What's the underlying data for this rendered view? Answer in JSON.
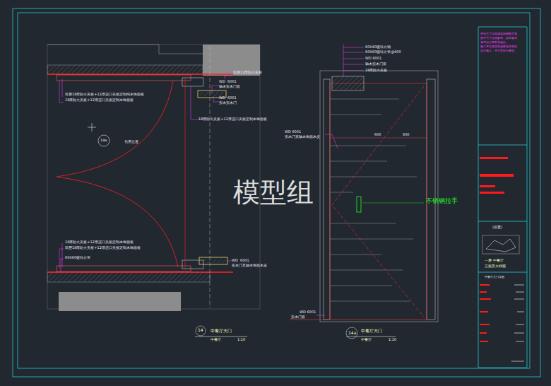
{
  "diagram": {
    "labels": [
      "模型组",
      "双层12厚防火夹板",
      "WD",
      "6001",
      "轴木实木门套",
      "双层18厚防火夹板+12厚进口夹板定制纯木饰面板",
      "18厚防火夹板+12厚进口夹板定制木饰面板",
      "WD",
      "6001",
      "实木实木门",
      "18厚防火夹板+12厚进口夹板定制木饰面板",
      "14a",
      "包房过道",
      "18厚防火夹板+12厚进口夹板定制木饰面板",
      "双层18厚防火夹板+12厚进口夹板定制木饰面板",
      "60X60镀锌方管",
      "WD",
      "6001",
      "实木门及轴木饰面木皮",
      "14",
      "中餐厅大门",
      "中餐厅",
      "1:10",
      "60X40镀锌方钢",
      "60X60镀锌方管@600",
      "WD 6001",
      "轴木实木门套",
      "18厚防火夹板",
      "WD 6001",
      "实木门页轴木饰面木皮",
      "600",
      "600",
      "不锈钢拉手",
      "WD 6001",
      "实木门套",
      "14a",
      "中餐厅大门",
      "中餐厅",
      "1:10",
      "所有尺寸以现场实际测量为准，",
      "图中尺寸仅供参考，如有疑问",
      "请与设计师联系确认。",
      "施工单位须按照国家相关规范",
      "进行施工，并注意防火要求。",
      "(设置)",
      "一层 中餐厅",
      "立面及大样图",
      "中餐厅大门详图"
    ]
  }
}
